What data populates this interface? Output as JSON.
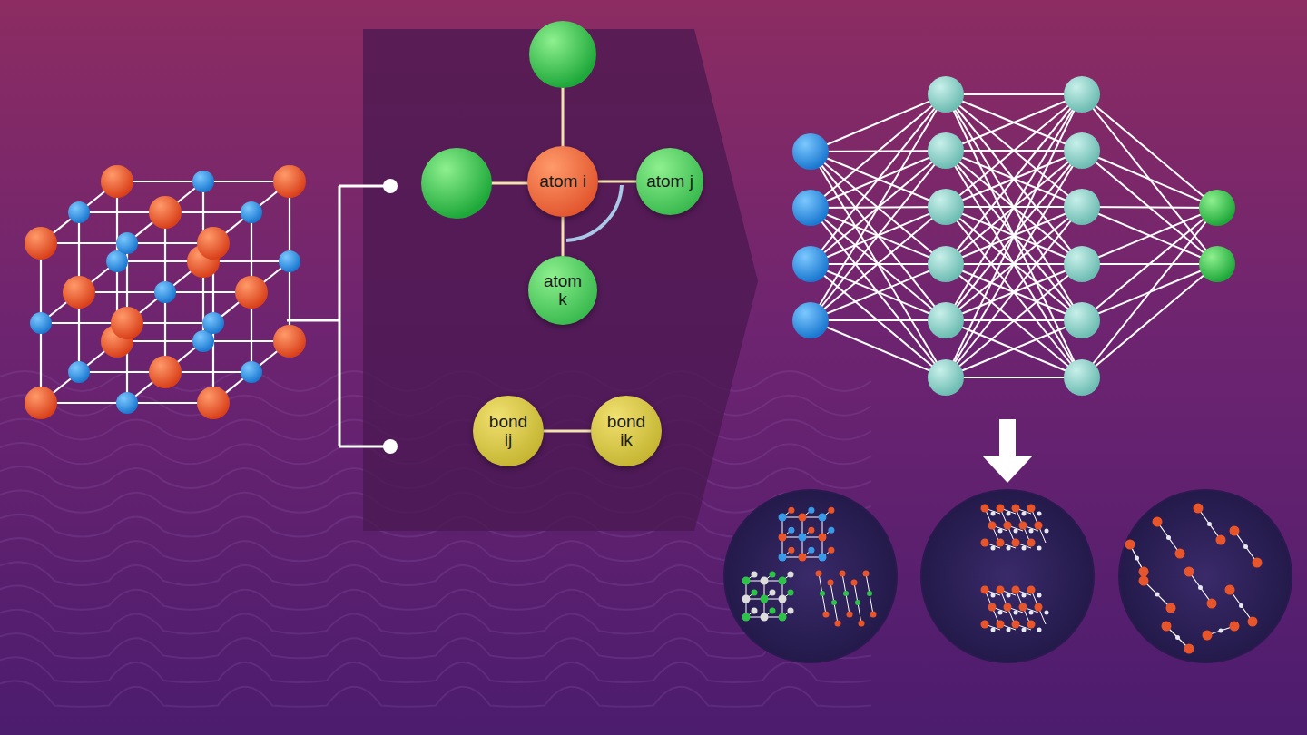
{
  "diagram": {
    "nodes": [
      {
        "text": [
          "atom i"
        ]
      },
      {
        "text": [
          "atom j"
        ]
      },
      {
        "text": [
          "atom k"
        ]
      },
      {
        "text": [
          "bond ij"
        ]
      },
      {
        "text": [
          "bond ik"
        ]
      }
    ],
    "edges": [
      {
        "from": 0,
        "to": 1,
        "arrow": "none"
      },
      {
        "from": 0,
        "to": 2,
        "arrow": "none"
      },
      {
        "from": 3,
        "to": 4,
        "arrow": "none"
      }
    ]
  }
}
